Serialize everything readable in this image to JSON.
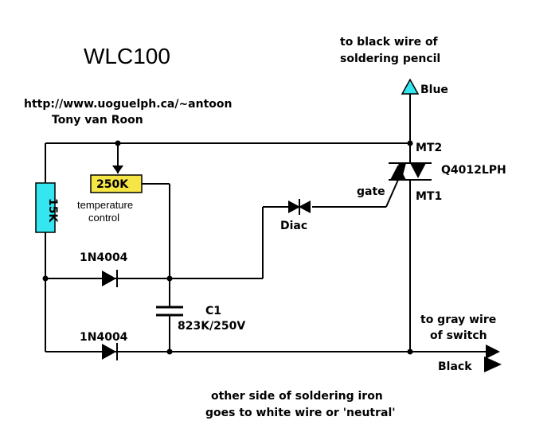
{
  "title": "WLC100",
  "author_url": "http://www.uoguelph.ca/~antoon",
  "author_name": "Tony van Roon",
  "top_note_line1": "to black wire of",
  "top_note_line2": "soldering pencil",
  "blue_label": "Blue",
  "mt2_label": "MT2",
  "mt1_label": "MT1",
  "triac_part": "Q4012LPH",
  "gate_label": "gate",
  "pot_label": "250K",
  "temp_line1": "temperature",
  "temp_line2": "control",
  "resistor_label": "15K",
  "diac_label": "Diac",
  "diode1_label": "1N4004",
  "diode2_label": "1N4004",
  "cap_name": "C1",
  "cap_value": "823K/250V",
  "gray_line1": "to gray wire",
  "gray_line2": "of switch",
  "black_label": "Black",
  "bottom_line1": "other side of soldering iron",
  "bottom_line2": "goes to white wire or 'neutral'",
  "colors": {
    "resistor_fill": "#33e6f0",
    "pot_fill": "#f5e645",
    "blue_arrow_fill": "#33e6f0",
    "wire": "#000000"
  }
}
